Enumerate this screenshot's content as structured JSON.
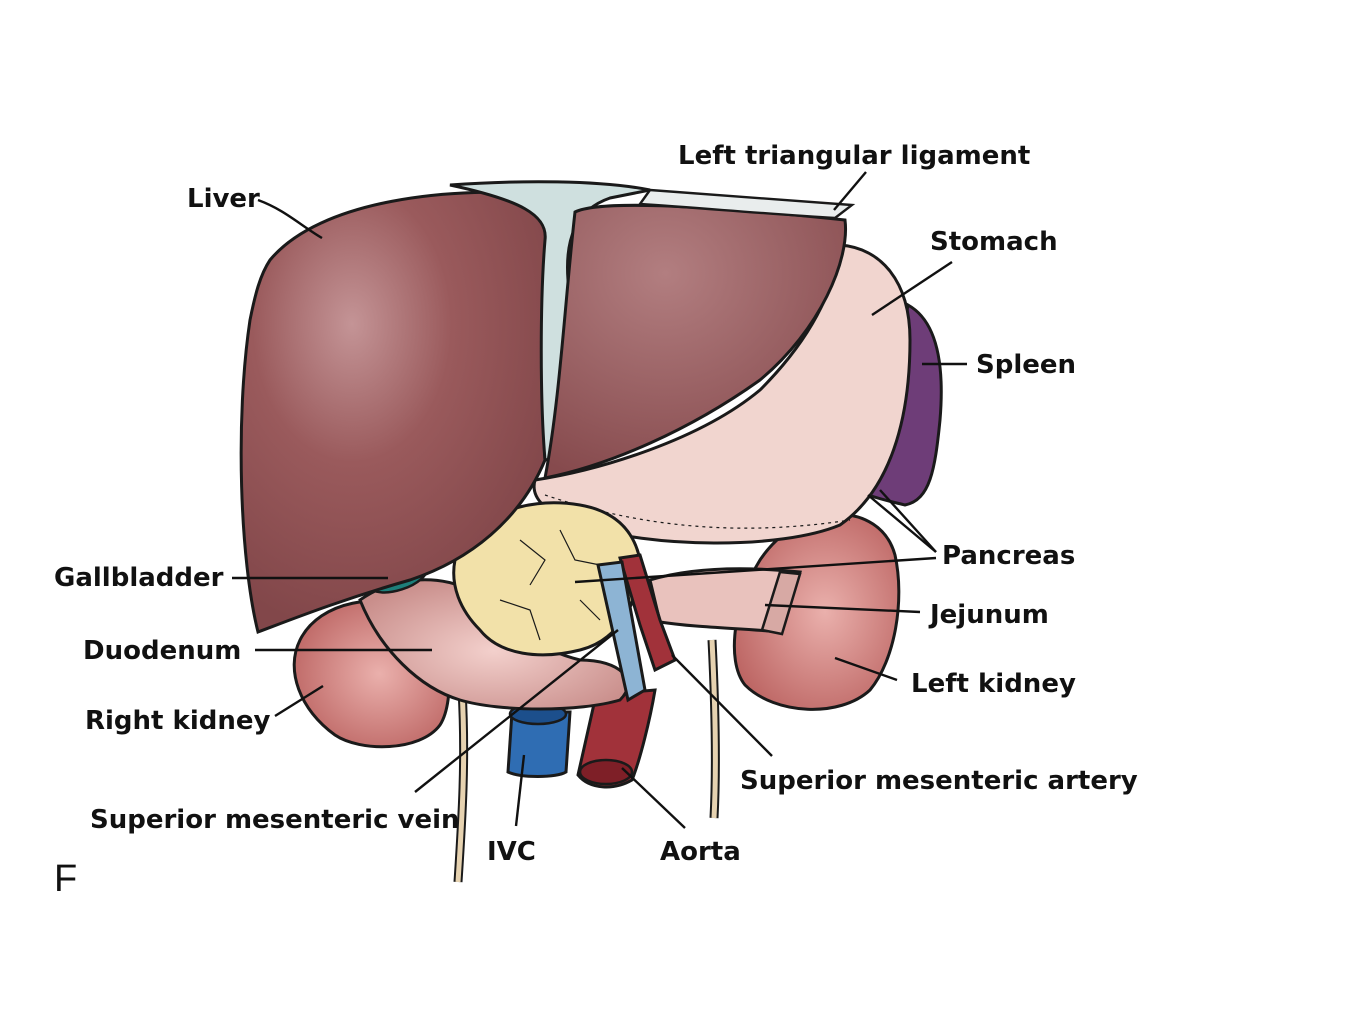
{
  "labels": {
    "left_triangular_ligament": "Left triangular ligament",
    "liver": "Liver",
    "stomach": "Stomach",
    "spleen": "Spleen",
    "gallbladder": "Gallbladder",
    "pancreas": "Pancreas",
    "jejunum": "Jejunum",
    "duodenum": "Duodenum",
    "left_kidney": "Left kidney",
    "right_kidney": "Right kidney",
    "superior_mesenteric_artery": "Superior mesenteric artery",
    "superior_mesenteric_vein": "Superior mesenteric vein",
    "ivc": "IVC",
    "aorta": "Aorta"
  },
  "panel_letter": "F",
  "colors": {
    "liver": "#8a4a4c",
    "liver_highlight": "#c49496",
    "ligament": "#cfe0df",
    "stomach": "#f1d5cf",
    "spleen": "#6e3d78",
    "pancreas": "#f2e1a9",
    "gallbladder": "#1d7f7a",
    "duodenum": "#d8a3a0",
    "kidney": "#c56e6c",
    "ivc": "#2f6db3",
    "aorta": "#a1323a",
    "smv": "#8db4d4",
    "ureter": "#e6d2b0"
  }
}
